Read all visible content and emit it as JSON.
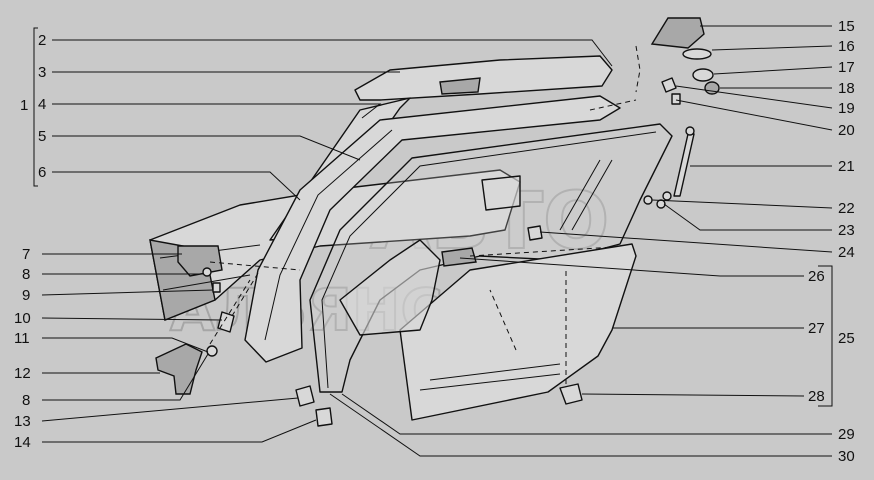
{
  "diagram": {
    "watermark": {
      "line1": "АВТО",
      "line2": "АЛЬЯНС"
    },
    "callouts": [
      "1",
      "2",
      "3",
      "4",
      "5",
      "6",
      "7",
      "8",
      "9",
      "10",
      "11",
      "12",
      "8",
      "13",
      "14",
      "15",
      "16",
      "17",
      "18",
      "19",
      "20",
      "21",
      "22",
      "23",
      "24",
      "25",
      "26",
      "27",
      "28",
      "29",
      "30"
    ]
  }
}
